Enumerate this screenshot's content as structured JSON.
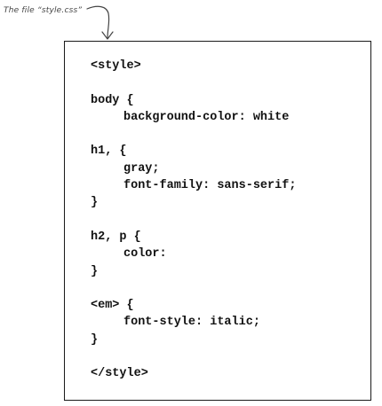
{
  "annotation": {
    "text": "The file “style.css”"
  },
  "code_lines": [
    {
      "text": "<style>",
      "indent": false
    },
    {
      "text": "",
      "indent": false
    },
    {
      "text": "body {",
      "indent": false
    },
    {
      "text": "background-color: white",
      "indent": true
    },
    {
      "text": "",
      "indent": false
    },
    {
      "text": "h1, {",
      "indent": false
    },
    {
      "text": "gray;",
      "indent": true
    },
    {
      "text": "font-family: sans-serif;",
      "indent": true
    },
    {
      "text": "}",
      "indent": false
    },
    {
      "text": "",
      "indent": false
    },
    {
      "text": "h2, p {",
      "indent": false
    },
    {
      "text": "color:",
      "indent": true
    },
    {
      "text": "}",
      "indent": false
    },
    {
      "text": "",
      "indent": false
    },
    {
      "text": "<em> {",
      "indent": false
    },
    {
      "text": "font-style: italic;",
      "indent": true
    },
    {
      "text": "}",
      "indent": false
    },
    {
      "text": "",
      "indent": false
    },
    {
      "text": "</style>",
      "indent": false
    }
  ]
}
